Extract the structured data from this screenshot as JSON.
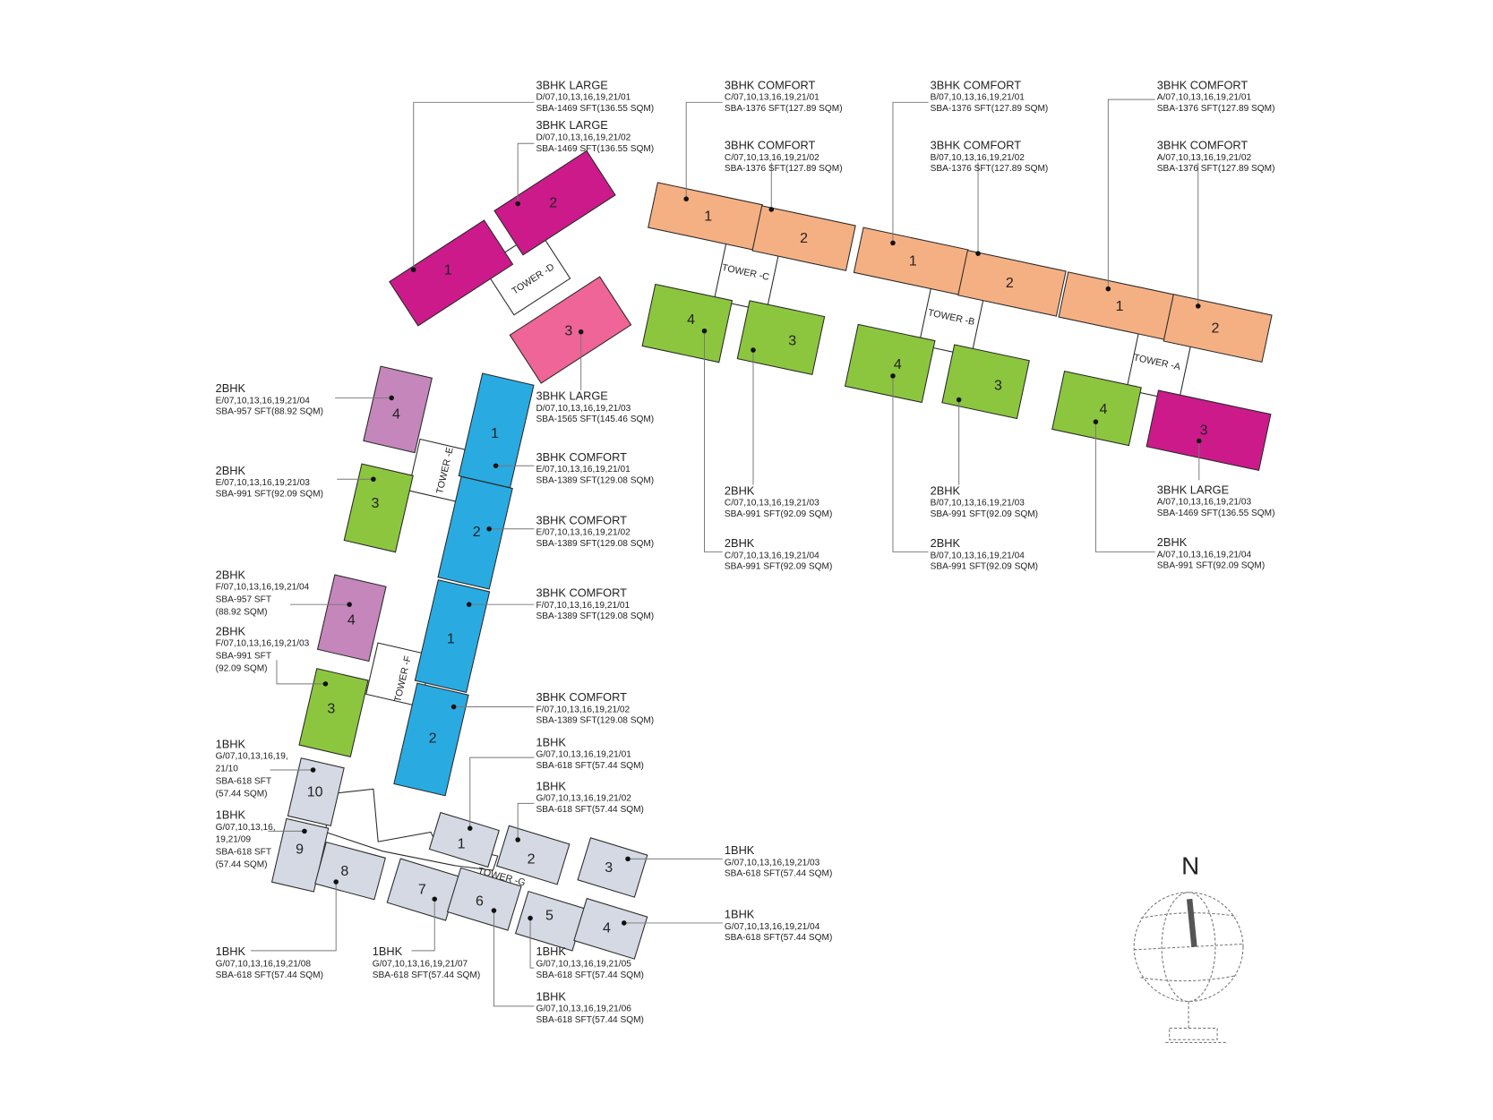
{
  "colors": {
    "three_bhk_large": "#cc1a8b",
    "three_bhk_large_d3": "#ef6597",
    "three_bhk_comfort_orange": "#f4b083",
    "three_bhk_comfort_blue": "#29abe2",
    "two_bhk_green": "#8cc63f",
    "two_bhk_purple": "#c486bb",
    "one_bhk_grey": "#d4d9e3"
  },
  "towers": {
    "A": "TOWER -A",
    "B": "TOWER -B",
    "C": "TOWER -C",
    "D": "TOWER -D",
    "E": "TOWER -E",
    "F": "TOWER -F",
    "G": "TOWER -G"
  },
  "unit_numbers": {
    "D1": "1",
    "D2": "2",
    "D3": "3",
    "C1": "1",
    "C2": "2",
    "C3": "3",
    "C4": "4",
    "B1": "1",
    "B2": "2",
    "B3": "3",
    "B4": "4",
    "A1": "1",
    "A2": "2",
    "A3": "3",
    "A4": "4",
    "E1": "1",
    "E2": "2",
    "E3": "3",
    "E4": "4",
    "F1": "1",
    "F2": "2",
    "F3": "3",
    "F4": "4",
    "G1": "1",
    "G2": "2",
    "G3": "3",
    "G4": "4",
    "G5": "5",
    "G6": "6",
    "G7": "7",
    "G8": "8",
    "G9": "9",
    "G10": "10"
  },
  "labels": {
    "D01": [
      "3BHK LARGE",
      "D/07,10,13,16,19,21/01",
      "SBA-1469 SFT(136.55 SQM)"
    ],
    "D02": [
      "3BHK LARGE",
      "D/07,10,13,16,19,21/02",
      "SBA-1469 SFT(136.55 SQM)"
    ],
    "D03": [
      "3BHK LARGE",
      "D/07,10,13,16,19,21/03",
      "SBA-1565 SFT(145.46 SQM)"
    ],
    "C01": [
      "3BHK COMFORT",
      "C/07,10,13,16,19,21/01",
      "SBA-1376 SFT(127.89 SQM)"
    ],
    "C02": [
      "3BHK COMFORT",
      "C/07,10,13,16,19,21/02",
      "SBA-1376 SFT(127.89 SQM)"
    ],
    "B01": [
      "3BHK COMFORT",
      "B/07,10,13,16,19,21/01",
      "SBA-1376 SFT(127.89 SQM)"
    ],
    "B02": [
      "3BHK COMFORT",
      "B/07,10,13,16,19,21/02",
      "SBA-1376 SFT(127.89 SQM)"
    ],
    "A01": [
      "3BHK COMFORT",
      "A/07,10,13,16,19,21/01",
      "SBA-1376 SFT(127.89 SQM)"
    ],
    "A02": [
      "3BHK COMFORT",
      "A/07,10,13,16,19,21/02",
      "SBA-1376 SFT(127.89 SQM)"
    ],
    "C03": [
      "2BHK",
      "C/07,10,13,16,19,21/03",
      "SBA-991 SFT(92.09 SQM)"
    ],
    "C04": [
      "2BHK",
      "C/07,10,13,16,19,21/04",
      "SBA-991 SFT(92.09 SQM)"
    ],
    "B03": [
      "2BHK",
      "B/07,10,13,16,19,21/03",
      "SBA-991 SFT(92.09 SQM)"
    ],
    "B04": [
      "2BHK",
      "B/07,10,13,16,19,21/04",
      "SBA-991 SFT(92.09 SQM)"
    ],
    "A03": [
      "3BHK LARGE",
      "A/07,10,13,16,19,21/03",
      "SBA-1469 SFT(136.55 SQM)"
    ],
    "A04": [
      "2BHK",
      "A/07,10,13,16,19,21/04",
      "SBA-991 SFT(92.09 SQM)"
    ],
    "E01": [
      "3BHK COMFORT",
      "E/07,10,13,16,19,21/01",
      "SBA-1389 SFT(129.08 SQM)"
    ],
    "E02": [
      "3BHK COMFORT",
      "E/07,10,13,16,19,21/02",
      "SBA-1389 SFT(129.08 SQM)"
    ],
    "F01": [
      "3BHK COMFORT",
      "F/07,10,13,16,19,21/01",
      "SBA-1389 SFT(129.08 SQM)"
    ],
    "F02": [
      "3BHK COMFORT",
      "F/07,10,13,16,19,21/02",
      "SBA-1389 SFT(129.08 SQM)"
    ],
    "E04": [
      "2BHK",
      "E/07,10,13,16,19,21/04",
      "SBA-957 SFT(88.92 SQM)"
    ],
    "E03": [
      "2BHK",
      "E/07,10,13,16,19,21/03",
      "SBA-991 SFT(92.09 SQM)"
    ],
    "F04": [
      "2BHK",
      "F/07,10,13,16,19,21/04",
      "SBA-957 SFT",
      "(88.92 SQM)"
    ],
    "F03": [
      "2BHK",
      "F/07,10,13,16,19,21/03",
      "SBA-991 SFT",
      "(92.09 SQM)"
    ],
    "G10": [
      "1BHK",
      "G/07,10,13,16,19,",
      "21/10",
      "SBA-618 SFT",
      "(57.44 SQM)"
    ],
    "G09": [
      "1BHK",
      "G/07,10,13,16,",
      "19,21/09",
      "SBA-618 SFT",
      "(57.44 SQM)"
    ],
    "G01": [
      "1BHK",
      "G/07,10,13,16,19,21/01",
      "SBA-618 SFT(57.44 SQM)"
    ],
    "G02": [
      "1BHK",
      "G/07,10,13,16,19,21/02",
      "SBA-618 SFT(57.44 SQM)"
    ],
    "G03": [
      "1BHK",
      "G/07,10,13,16,19,21/03",
      "SBA-618 SFT(57.44 SQM)"
    ],
    "G04": [
      "1BHK",
      "G/07,10,13,16,19,21/04",
      "SBA-618 SFT(57.44 SQM)"
    ],
    "G05": [
      "1BHK",
      "G/07,10,13,16,19,21/05",
      "SBA-618 SFT(57.44 SQM)"
    ],
    "G06": [
      "1BHK",
      "G/07,10,13,16,19,21/06",
      "SBA-618 SFT(57.44 SQM)"
    ],
    "G07": [
      "1BHK",
      "G/07,10,13,16,19,21/07",
      "SBA-618 SFT(57.44 SQM)"
    ],
    "G08": [
      "1BHK",
      "G/07,10,13,16,19,21/08",
      "SBA-618 SFT(57.44 SQM)"
    ]
  },
  "compass": {
    "north_label": "N",
    "needle_color": "#555555"
  }
}
